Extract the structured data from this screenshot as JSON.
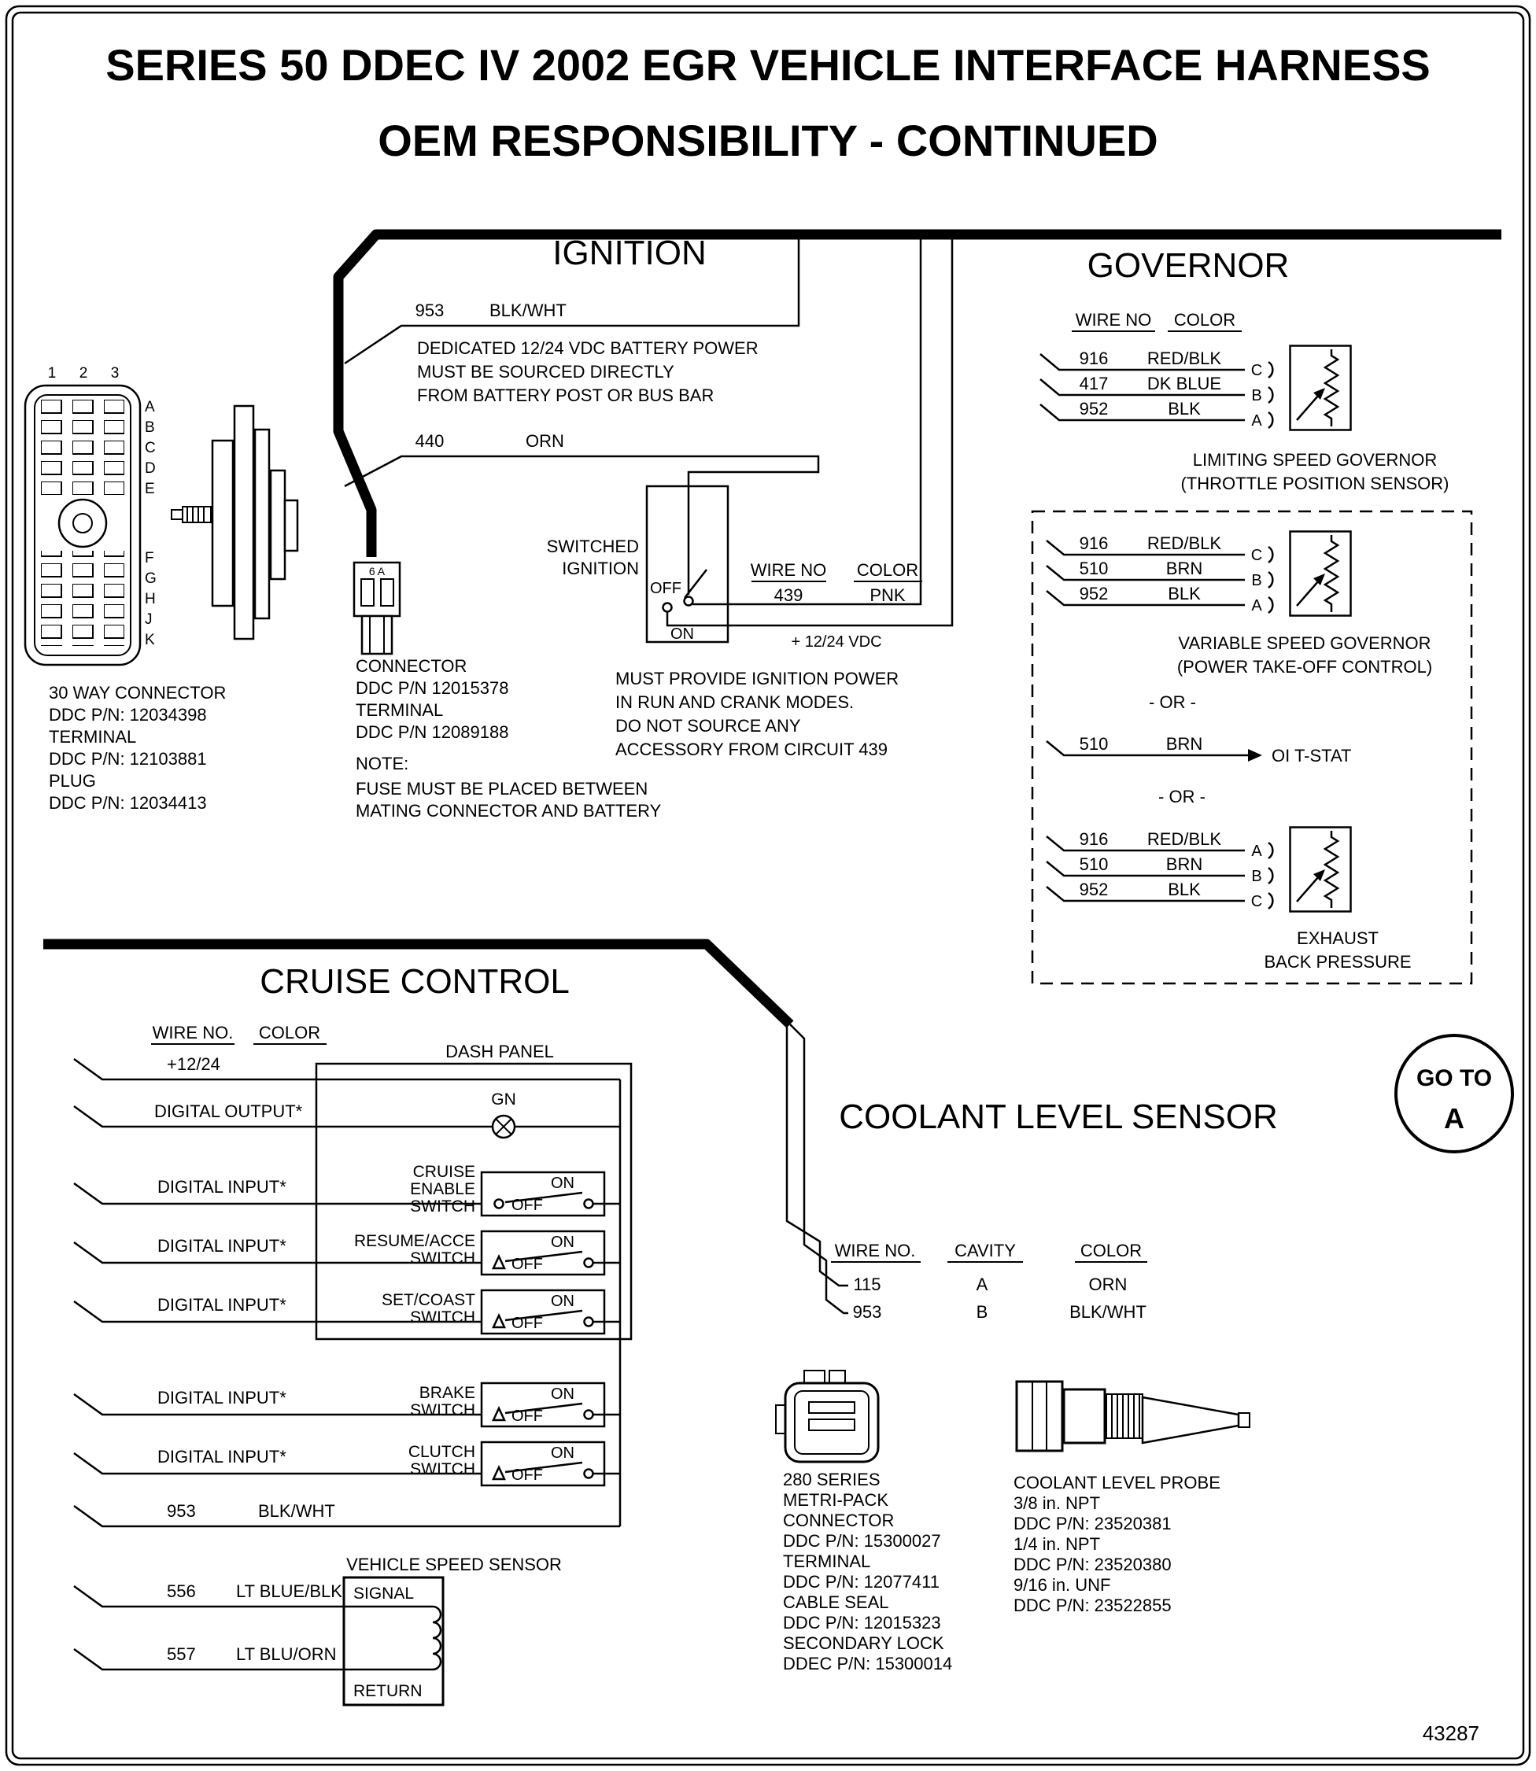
{
  "page": {
    "title_line1": "SERIES 50 DDEC IV 2002 EGR VEHICLE INTERFACE HARNESS",
    "title_line2": "OEM RESPONSIBILITY - CONTINUED",
    "figure_number": "43287",
    "goto_label": {
      "line1": "GO TO",
      "line2": "A"
    }
  },
  "connector30": {
    "pins_top": [
      "1",
      "2",
      "3"
    ],
    "pins_right_upper": [
      "A",
      "B",
      "C",
      "D",
      "E"
    ],
    "pins_right_lower": [
      "F",
      "G",
      "H",
      "J",
      "K"
    ],
    "caption": [
      "30 WAY CONNECTOR",
      "DDC P/N: 12034398",
      "TERMINAL",
      "DDC P/N: 12103881",
      "PLUG",
      "DDC P/N: 12034413"
    ]
  },
  "ignition": {
    "title": "IGNITION",
    "wire_953": {
      "no": "953",
      "color": "BLK/WHT"
    },
    "battery_note": [
      "DEDICATED 12/24 VDC BATTERY POWER",
      "MUST BE SOURCED DIRECTLY",
      "FROM BATTERY POST OR BUS BAR"
    ],
    "wire_440": {
      "no": "440",
      "color": "ORN"
    },
    "switched_label": [
      "SWITCHED",
      "IGNITION"
    ],
    "switch_positions": {
      "off": "OFF",
      "on": "ON"
    },
    "wire_table": {
      "wire_no_header": "WIRE NO",
      "color_header": "COLOR",
      "no": "439",
      "color": "PNK"
    },
    "vdc_label": "+ 12/24 VDC",
    "small_connector_pins": "6 A",
    "connector_caption": [
      "CONNECTOR",
      "DDC P/N 12015378",
      "TERMINAL",
      "DDC P/N 12089188"
    ],
    "fuse_note": [
      "NOTE:",
      "FUSE MUST BE PLACED BETWEEN",
      "MATING CONNECTOR AND BATTERY"
    ],
    "power_note": [
      "MUST PROVIDE IGNITION POWER",
      "IN RUN AND CRANK MODES.",
      "DO NOT SOURCE ANY",
      "ACCESSORY FROM CIRCUIT 439"
    ]
  },
  "governor": {
    "title": "GOVERNOR",
    "wire_no_header": "WIRE NO",
    "color_header": "COLOR",
    "limiting": {
      "rows": [
        {
          "no": "916",
          "color": "RED/BLK",
          "pin": "C"
        },
        {
          "no": "417",
          "color": "DK BLUE",
          "pin": "B"
        },
        {
          "no": "952",
          "color": "BLK",
          "pin": "A"
        }
      ],
      "caption": [
        "LIMITING SPEED GOVERNOR",
        "(THROTTLE POSITION SENSOR)"
      ]
    },
    "variable": {
      "rows": [
        {
          "no": "916",
          "color": "RED/BLK",
          "pin": "C"
        },
        {
          "no": "510",
          "color": "BRN",
          "pin": "B"
        },
        {
          "no": "952",
          "color": "BLK",
          "pin": "A"
        }
      ],
      "caption": [
        "VARIABLE SPEED GOVERNOR",
        "(POWER TAKE-OFF CONTROL)"
      ]
    },
    "or_1": "- OR -",
    "tstat": {
      "no": "510",
      "color": "BRN",
      "label": "OI T-STAT"
    },
    "or_2": "- OR -",
    "exhaust": {
      "rows": [
        {
          "no": "916",
          "color": "RED/BLK",
          "pin": "A"
        },
        {
          "no": "510",
          "color": "BRN",
          "pin": "B"
        },
        {
          "no": "952",
          "color": "BLK",
          "pin": "C"
        }
      ],
      "caption": [
        "EXHAUST",
        "BACK PRESSURE"
      ]
    }
  },
  "cruise": {
    "title": "CRUISE CONTROL",
    "wire_no_header": "WIRE NO.",
    "color_header": "COLOR",
    "dash_panel_label": "DASH PANEL",
    "lamp_label": "GN",
    "wires": {
      "supply": "+12/24",
      "output": "DIGITAL OUTPUT*",
      "input": "DIGITAL INPUT*",
      "return_no": "953",
      "return_color": "BLK/WHT"
    },
    "switches": [
      {
        "label": [
          "CRUISE",
          "ENABLE",
          "SWITCH"
        ],
        "on": "ON",
        "off": "OFF"
      },
      {
        "label": [
          "RESUME/ACCE",
          "SWITCH"
        ],
        "on": "ON",
        "off": "OFF"
      },
      {
        "label": [
          "SET/COAST",
          "SWITCH"
        ],
        "on": "ON",
        "off": "OFF"
      },
      {
        "label": [
          "BRAKE",
          "SWITCH"
        ],
        "on": "ON",
        "off": "OFF"
      },
      {
        "label": [
          "CLUTCH",
          "SWITCH"
        ],
        "on": "ON",
        "off": "OFF"
      }
    ],
    "vss": {
      "title": "VEHICLE SPEED SENSOR",
      "signal": "SIGNAL",
      "return": "RETURN",
      "wires": [
        {
          "no": "556",
          "color": "LT BLUE/BLK"
        },
        {
          "no": "557",
          "color": "LT BLU/ORN"
        }
      ]
    }
  },
  "coolant": {
    "title": "COOLANT LEVEL SENSOR",
    "wire_no_header": "WIRE NO.",
    "cavity_header": "CAVITY",
    "color_header": "COLOR",
    "rows": [
      {
        "no": "115",
        "cavity": "A",
        "color": "ORN"
      },
      {
        "no": "953",
        "cavity": "B",
        "color": "BLK/WHT"
      }
    ],
    "connector_caption": [
      "280 SERIES",
      "METRI-PACK",
      "CONNECTOR",
      "DDC P/N: 15300027",
      "TERMINAL",
      "DDC P/N: 12077411",
      "CABLE SEAL",
      "DDC P/N: 12015323",
      "SECONDARY LOCK",
      "DDEC P/N: 15300014"
    ],
    "probe_caption": [
      "COOLANT LEVEL PROBE",
      "3/8 in. NPT",
      "DDC P/N: 23520381",
      "1/4 in. NPT",
      "DDC P/N: 23520380",
      "9/16 in. UNF",
      "DDC P/N: 23522855"
    ]
  }
}
